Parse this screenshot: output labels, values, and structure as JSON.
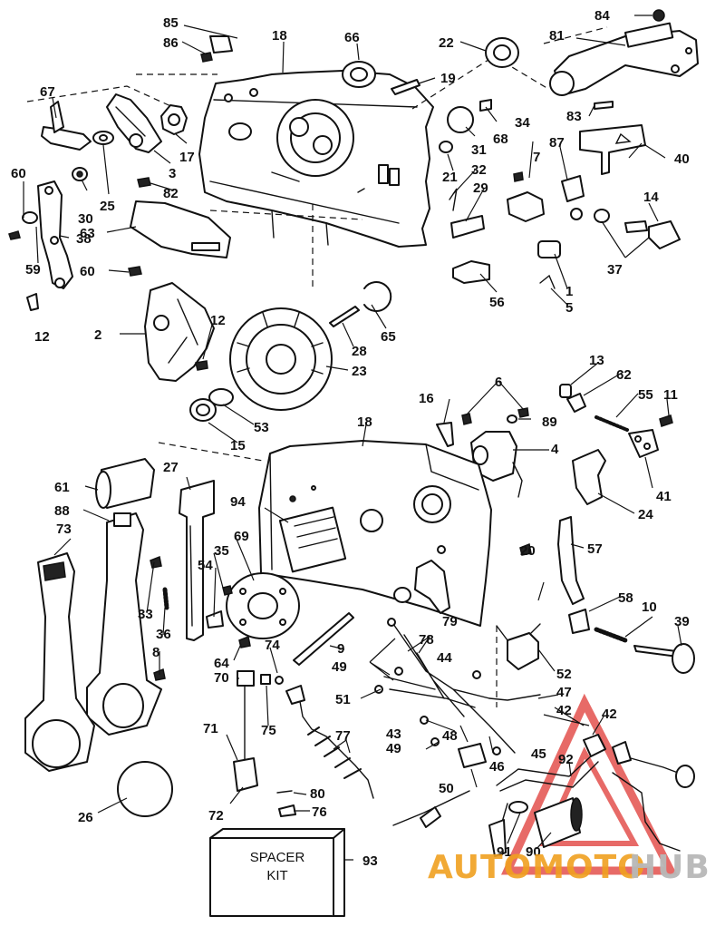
{
  "callouts": {
    "c1": "1",
    "c2": "2",
    "c3": "3",
    "c4": "4",
    "c5": "5",
    "c6": "6",
    "c7": "7",
    "c8": "8",
    "c9": "9",
    "c10": "10",
    "c11": "11",
    "c12a": "12",
    "c12b": "12",
    "c13": "13",
    "c14": "14",
    "c15": "15",
    "c16": "16",
    "c17": "17",
    "c18a": "18",
    "c18b": "18",
    "c19": "19",
    "c20": "20",
    "c21": "21",
    "c22": "22",
    "c23": "23",
    "c24": "24",
    "c25": "25",
    "c26": "26",
    "c27": "27",
    "c28": "28",
    "c29": "29",
    "c30": "30",
    "c31": "31",
    "c32": "32",
    "c33": "33",
    "c34": "34",
    "c35": "35",
    "c36": "36",
    "c37": "37",
    "c38": "38",
    "c39": "39",
    "c40": "40",
    "c41": "41",
    "c42a": "42",
    "c42b": "42",
    "c43": "43",
    "c44": "44",
    "c45": "45",
    "c46": "46",
    "c47": "47",
    "c48": "48",
    "c49a": "49",
    "c49b": "49",
    "c50": "50",
    "c51": "51",
    "c52": "52",
    "c53": "53",
    "c54": "54",
    "c55": "55",
    "c56": "56",
    "c57": "57",
    "c58": "58",
    "c59": "59",
    "c60a": "60",
    "c60b": "60",
    "c61": "61",
    "c62": "62",
    "c63": "63",
    "c64": "64",
    "c65": "65",
    "c66": "66",
    "c67": "67",
    "c68": "68",
    "c69": "69",
    "c70": "70",
    "c71": "71",
    "c72": "72",
    "c73": "73",
    "c74": "74",
    "c75": "75",
    "c76": "76",
    "c77": "77",
    "c78": "78",
    "c79": "79",
    "c80": "80",
    "c81": "81",
    "c82": "82",
    "c83": "83",
    "c84": "84",
    "c85": "85",
    "c86": "86",
    "c88": "88",
    "c89": "89",
    "c90": "90",
    "c91": "91",
    "c92": "92",
    "c93": "93",
    "c94": "94",
    "c87": "87"
  },
  "spacer_kit": {
    "line1": "SPACER",
    "line2": "KIT"
  },
  "watermark": {
    "part1": "AUTOMOTO",
    "part2": "HUB",
    "color_primary": "#f0a020",
    "color_secondary": "#b8b8b8",
    "triangle_color": "#e0403c"
  }
}
